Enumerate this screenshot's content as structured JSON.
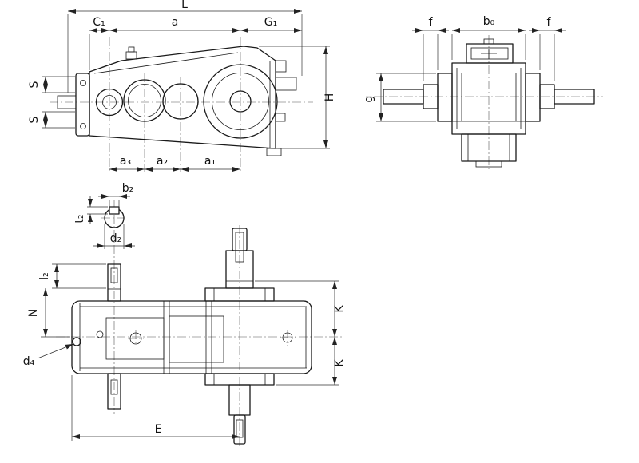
{
  "colors": {
    "line": "#1a1a1a",
    "background": "#ffffff"
  },
  "labels": {
    "L": "L",
    "C1": "C₁",
    "a": "a",
    "G1": "G₁",
    "H": "H",
    "S_upper": "S",
    "S_lower": "S",
    "a3": "a₃",
    "a2": "a₂",
    "a1": "a₁",
    "f_left": "f",
    "b0": "b₀",
    "f_right": "f",
    "g": "g",
    "b2": "b₂",
    "t2": "t₂",
    "d2": "d₂",
    "l2": "l₂",
    "N": "N",
    "d4": "d₄",
    "K_upper": "K",
    "K_lower": "K",
    "E": "E"
  }
}
